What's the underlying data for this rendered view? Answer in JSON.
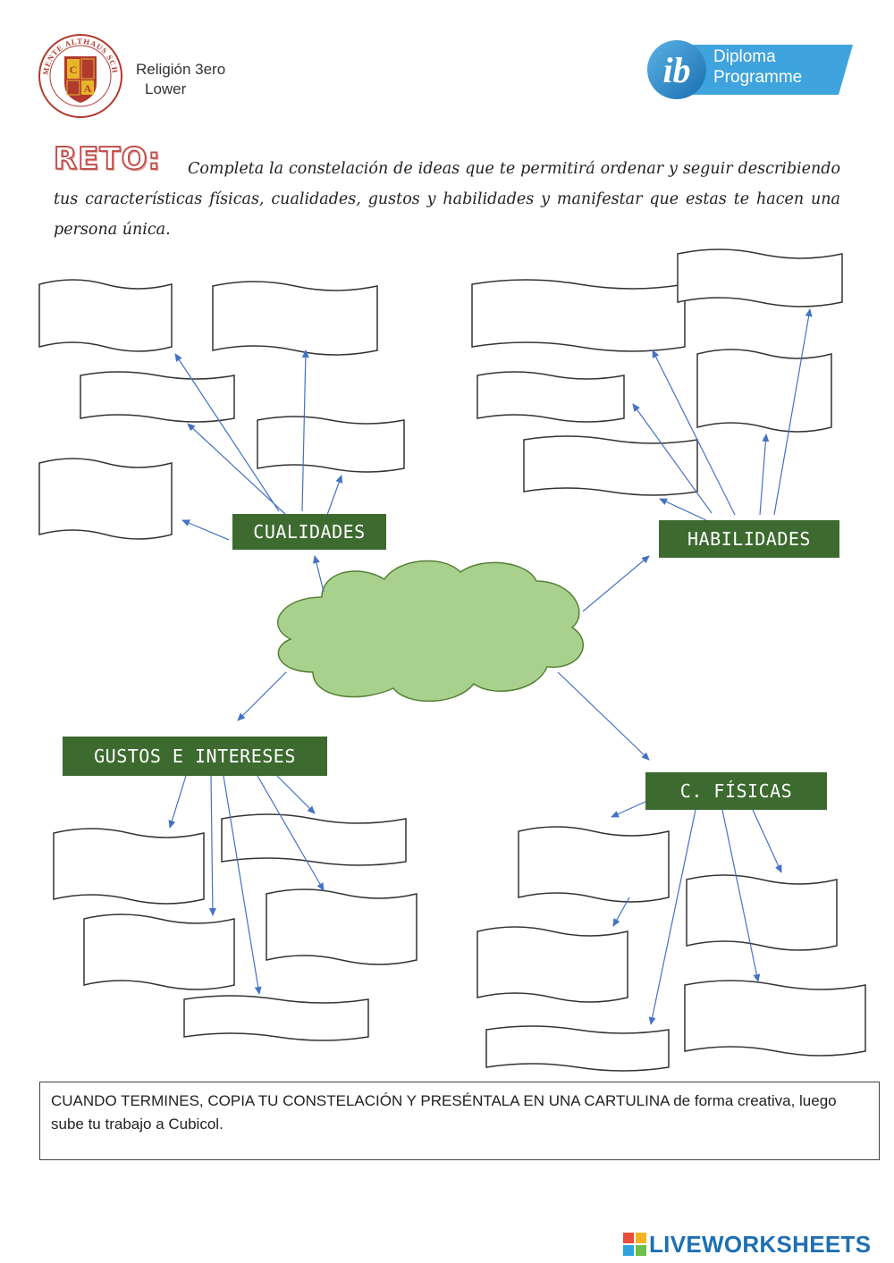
{
  "header": {
    "school_seal_text": "CLEMENTE ALTHAUS SCHOOL",
    "crest_letters": [
      "C",
      "A"
    ],
    "course_line1": "Religión 3ero",
    "course_line2": "Lower",
    "ib_line1": "Diploma",
    "ib_line2": "Programme"
  },
  "task": {
    "title": "RETO:",
    "instructions": "Completa la constelación de ideas que te permitirá ordenar y seguir describiendo tus características físicas, cualidades, gustos y habilidades y manifestar que estas te hacen una persona única."
  },
  "diagram": {
    "categories": {
      "cualidades": "CUALIDADES",
      "habilidades": "HABILIDADES",
      "gustos": "GUSTOS E INTERESES",
      "fisicas": "C. FÍSICAS"
    },
    "colors": {
      "label_bg": "#3c6a2f",
      "cloud_fill": "#a9d18e",
      "cloud_stroke": "#548235",
      "arrow": "#4472c4"
    }
  },
  "footer_note": "CUANDO TERMINES, COPIA TU CONSTELACIÓN Y PRESÉNTALA EN UNA CARTULINA de forma creativa, luego sube tu trabajo a Cubicol.",
  "branding": {
    "text": "LIVEWORKSHEETS"
  }
}
